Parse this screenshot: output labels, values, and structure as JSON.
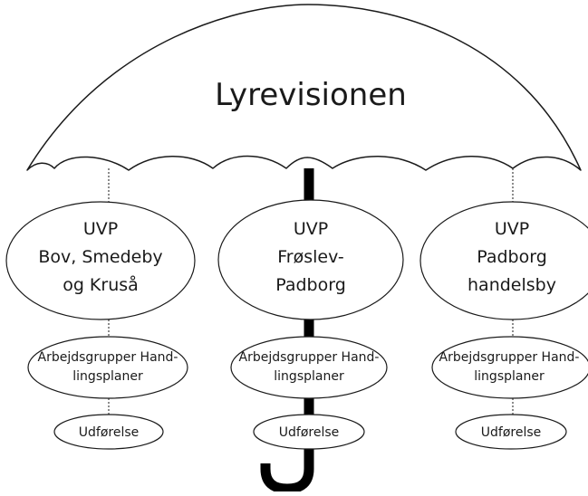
{
  "title": "Lyrevisionen",
  "columns": [
    {
      "uvp_lines": [
        "UVP",
        "Bov, Smedeby",
        "og Kruså"
      ],
      "workgroup_lines": [
        "Arbejdsgrupper Hand-",
        "lingsplaner"
      ],
      "execution": "Udførelse"
    },
    {
      "uvp_lines": [
        "UVP",
        "Frøslev-",
        "Padborg"
      ],
      "workgroup_lines": [
        "Arbejdsgrupper Hand-",
        "lingsplaner"
      ],
      "execution": "Udførelse"
    },
    {
      "uvp_lines": [
        "UVP",
        "Padborg",
        "handelsby"
      ],
      "workgroup_lines": [
        "Arbejdsgrupper Hand-",
        "lingsplaner"
      ],
      "execution": "Udførelse"
    }
  ],
  "colors": {
    "stroke": "#1a1a1a",
    "handle": "#000000",
    "background": "#ffffff"
  }
}
